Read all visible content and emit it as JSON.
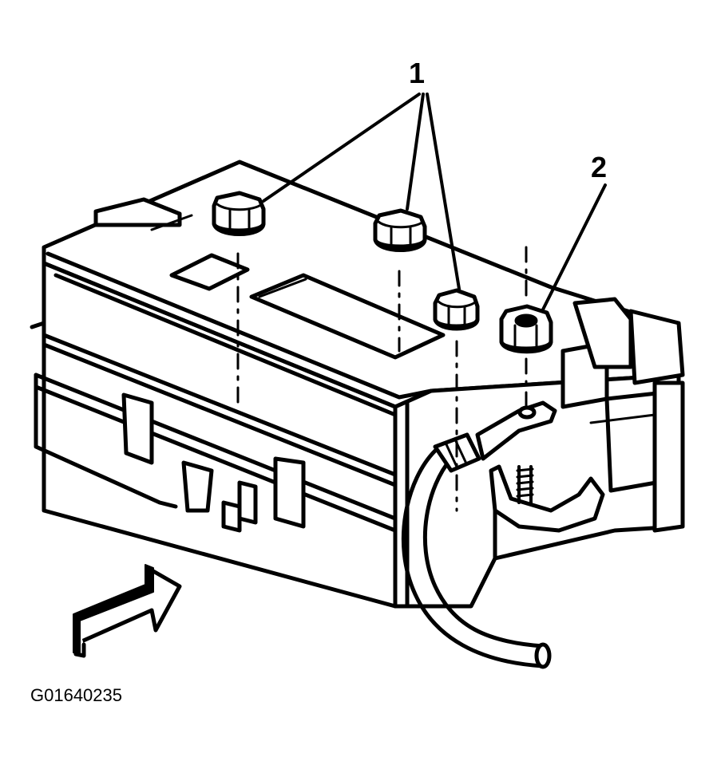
{
  "callouts": {
    "one": "1",
    "two": "2"
  },
  "figure_id": "G01640235",
  "colors": {
    "ink": "#000000",
    "paper": "#ffffff"
  }
}
